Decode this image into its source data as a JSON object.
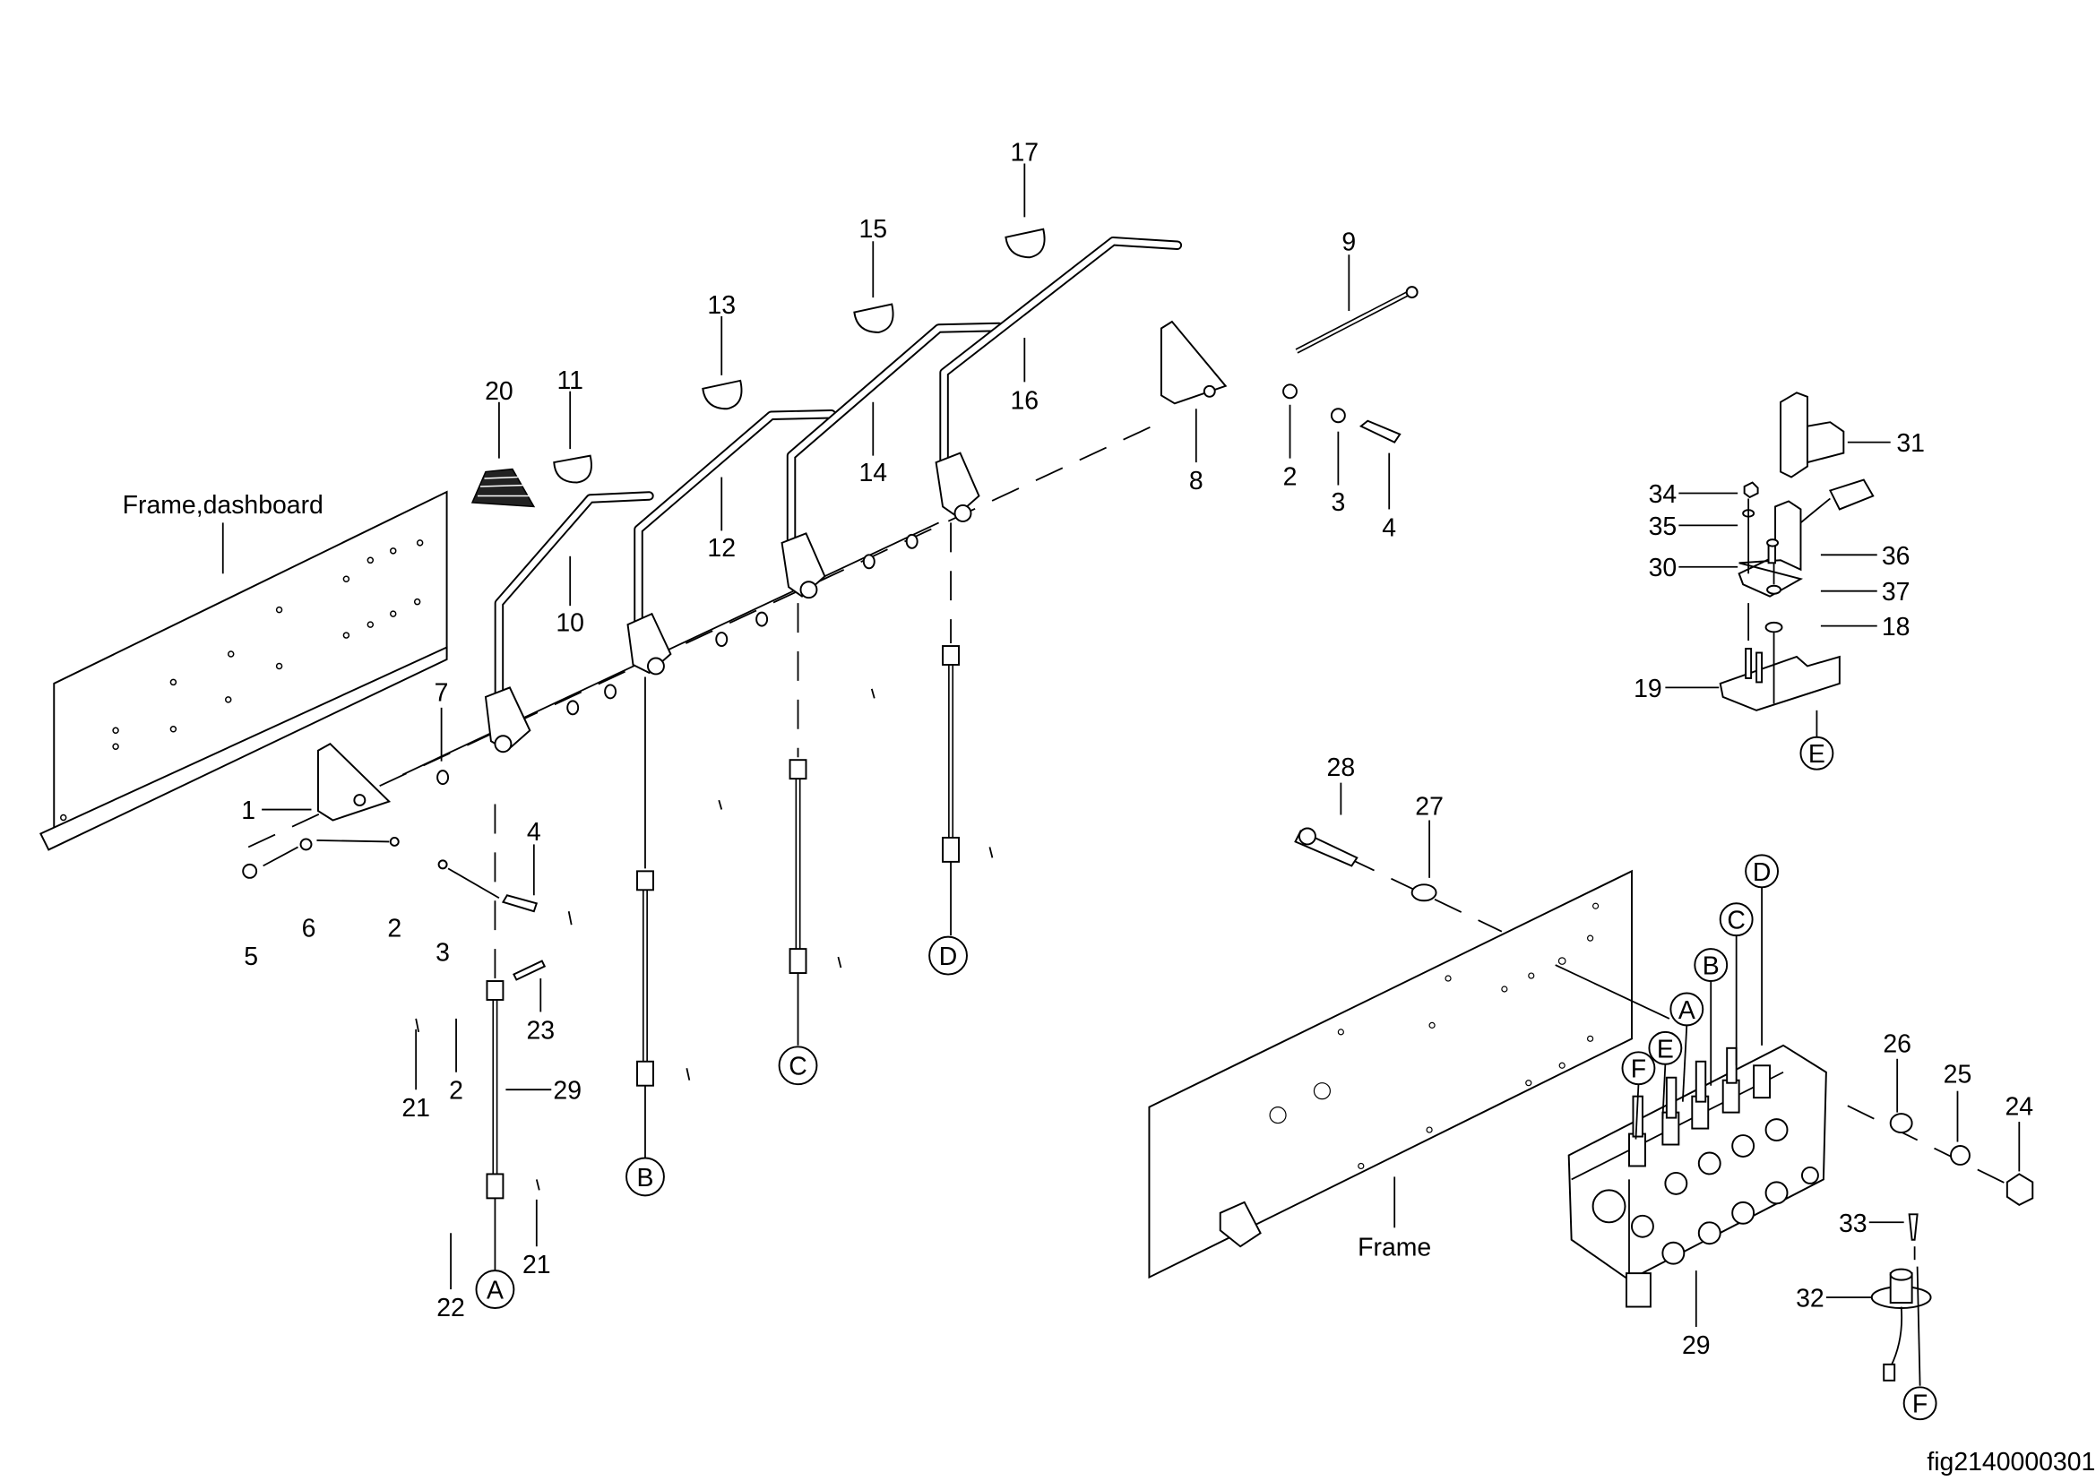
{
  "figure_id": "fig2140000301",
  "labels": {
    "frame_dashboard": "Frame,dashboard",
    "frame": "Frame",
    "p1": "1",
    "p2a": "2",
    "p2b": "2",
    "p2c": "2",
    "p3a": "3",
    "p3b": "3",
    "p4a": "4",
    "p4b": "4",
    "p5": "5",
    "p6": "6",
    "p7": "7",
    "p8": "8",
    "p9": "9",
    "p10": "10",
    "p11": "11",
    "p12": "12",
    "p13": "13",
    "p14": "14",
    "p15": "15",
    "p16": "16",
    "p17": "17",
    "p18": "18",
    "p19": "19",
    "p20": "20",
    "p21a": "21",
    "p21b": "21",
    "p22": "22",
    "p23": "23",
    "p24": "24",
    "p25": "25",
    "p26": "26",
    "p27": "27",
    "p28": "28",
    "p29a": "29",
    "p29b": "29",
    "p30": "30",
    "p31": "31",
    "p32": "32",
    "p33": "33",
    "p34": "34",
    "p35": "35",
    "p36": "36",
    "p37": "37"
  },
  "connectors": {
    "A1": "A",
    "B1": "B",
    "C1": "C",
    "D1": "D",
    "A2": "A",
    "B2": "B",
    "C2": "C",
    "D2": "D",
    "E1": "E",
    "E2": "E",
    "F1": "F",
    "F2": "F"
  }
}
